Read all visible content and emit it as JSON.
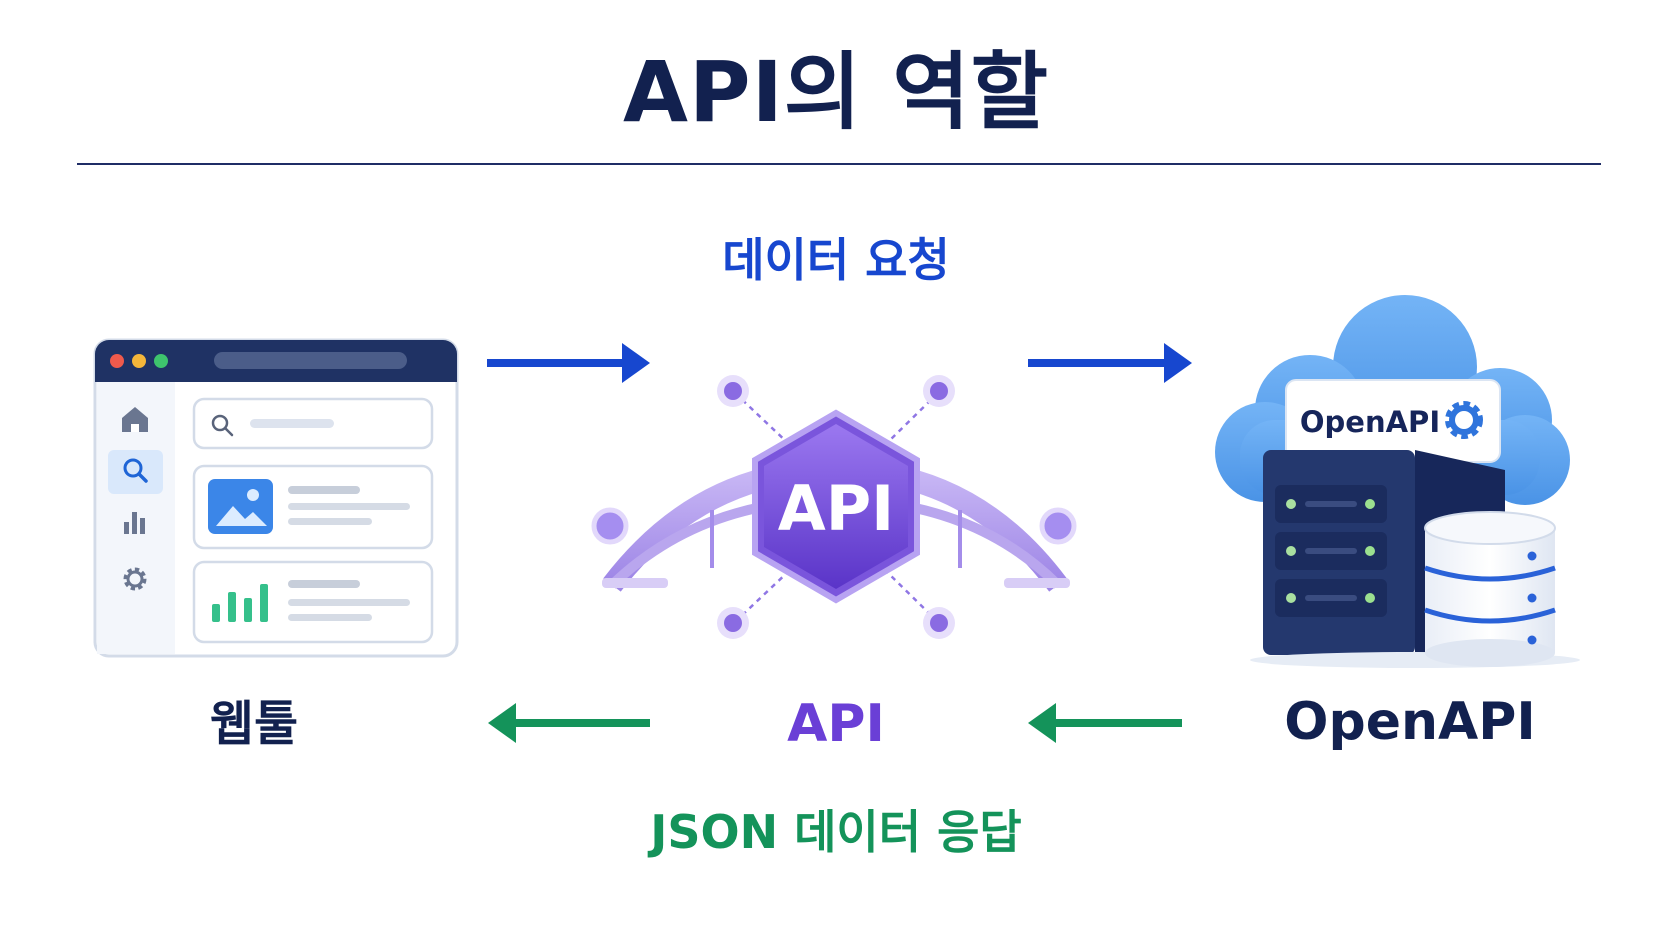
{
  "title": "API의 역할",
  "flow": {
    "request_label": "데이터 요청",
    "response_label": "JSON 데이터 응답"
  },
  "nodes": {
    "webtool_label": "웹툴",
    "api_label": "API",
    "openapi_label": "OpenAPI"
  },
  "api_hex_text": "API",
  "openapi_card_text": "OpenAPI",
  "colors": {
    "title": "#12214f",
    "request_arrow": "#1747cf",
    "response_arrow": "#14935a",
    "api_purple": "#6a3fd6",
    "cloud": "#5aa2f0",
    "server": "#1e2f63"
  },
  "icons": [
    "home-icon",
    "search-icon",
    "bar-chart-icon",
    "gear-icon",
    "image-icon",
    "cloud-icon",
    "server-icon",
    "database-icon"
  ]
}
